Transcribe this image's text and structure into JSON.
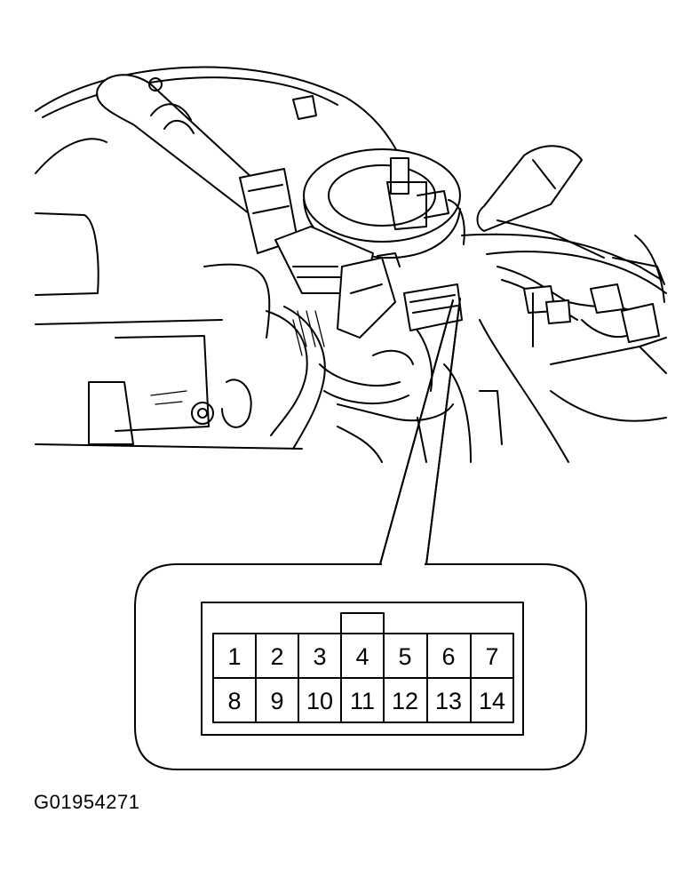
{
  "connector": {
    "pins": [
      {
        "number": "1"
      },
      {
        "number": "2"
      },
      {
        "number": "3"
      },
      {
        "number": "4"
      },
      {
        "number": "5"
      },
      {
        "number": "6"
      },
      {
        "number": "7"
      },
      {
        "number": "8"
      },
      {
        "number": "9"
      },
      {
        "number": "10"
      },
      {
        "number": "11"
      },
      {
        "number": "12"
      },
      {
        "number": "13"
      },
      {
        "number": "14"
      }
    ]
  },
  "figure_code": "G01954271"
}
